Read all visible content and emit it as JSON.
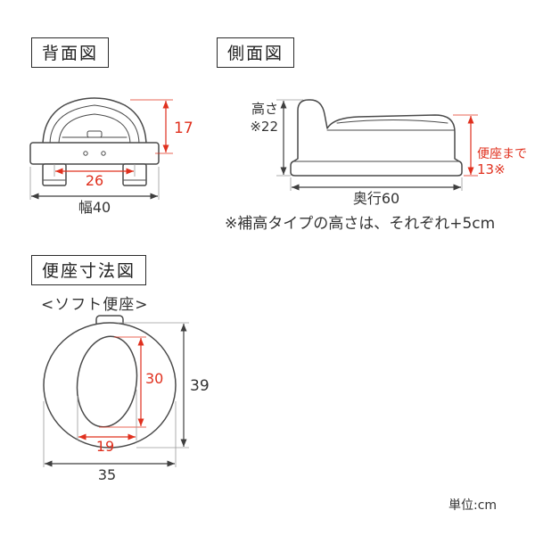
{
  "page": {
    "unit": "単位:cm",
    "footnote": "※補高タイプの高さは、それぞれ+5cm"
  },
  "rear_view": {
    "title": "背面図",
    "dims": {
      "height": "17",
      "inner_width": "26",
      "width": "幅40"
    }
  },
  "side_view": {
    "title": "側面図",
    "dims": {
      "height_label": "高さ",
      "height_value": "※22",
      "depth": "奥行60",
      "seat_height_label": "便座まで",
      "seat_height_value": "13※"
    }
  },
  "seat_view": {
    "title": "便座寸法図",
    "subtitle": "<ソフト便座>",
    "dims": {
      "opening_depth": "30",
      "outer_depth": "39",
      "opening_width": "19",
      "outer_width": "35"
    }
  },
  "colors": {
    "dimension_red": "#e0301e",
    "line_color": "#4a4a4a"
  }
}
